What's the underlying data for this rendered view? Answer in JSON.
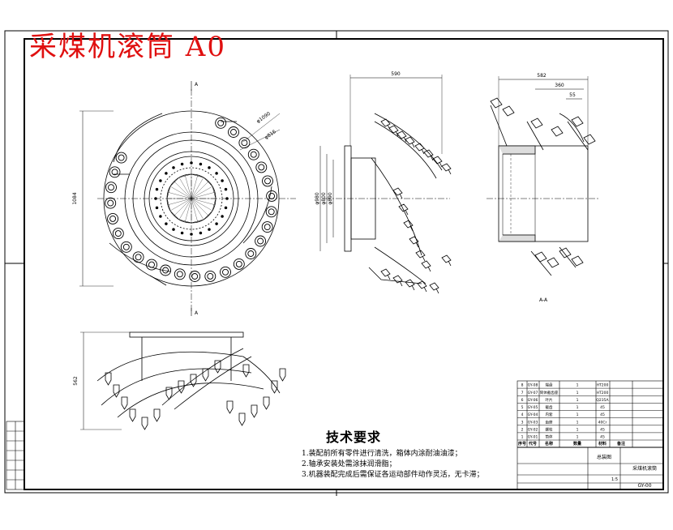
{
  "drawing": {
    "title_stamp": "采煤机滚筒 A0",
    "section_label": "A-A",
    "dimensions": {
      "front_top": "φ1090",
      "front_mid": "φ816",
      "front_height": "1084",
      "side_width": "590",
      "side_d1": "φ980",
      "side_d2": "φ800",
      "side_d3": "φ890",
      "sect_width": "582",
      "sect_inner": "360",
      "sect_small": "55",
      "bottom_height": "562"
    }
  },
  "tech_requirements": {
    "heading": "技术要求",
    "items": [
      "1.装配前所有零件进行清洗，箱体内涂耐油油漆；",
      "2.轴承安装处需涂抹润滑脂；",
      "3.机器装配完成后需保证各运动部件动作灵活，无卡滞；"
    ]
  },
  "parts_table": {
    "rows": [
      {
        "no": "8",
        "code": "GY-08",
        "name": "端盘",
        "qty": "1",
        "mat": "HT200",
        "note": ""
      },
      {
        "no": "7",
        "code": "GY-07",
        "name": "筒体截齿座",
        "qty": "1",
        "mat": "HT200",
        "note": ""
      },
      {
        "no": "6",
        "code": "GY-06",
        "name": "叶片",
        "qty": "1",
        "mat": "Q235A",
        "note": ""
      },
      {
        "no": "5",
        "code": "GY-05",
        "name": "截齿",
        "qty": "1",
        "mat": "45",
        "note": ""
      },
      {
        "no": "4",
        "code": "GY-04",
        "name": "内套",
        "qty": "1",
        "mat": "45",
        "note": ""
      },
      {
        "no": "3",
        "code": "GY-03",
        "name": "齿座",
        "qty": "1",
        "mat": "40Cr",
        "note": ""
      },
      {
        "no": "2",
        "code": "GY-02",
        "name": "螺栓",
        "qty": "1",
        "mat": "45",
        "note": ""
      },
      {
        "no": "1",
        "code": "GY-01",
        "name": "筒体",
        "qty": "1",
        "mat": "45",
        "note": ""
      }
    ],
    "header": [
      "序号",
      "代号",
      "名称",
      "数量",
      "材料",
      "备注"
    ],
    "assembly_title": "总装图",
    "product_name": "采煤机滚筒",
    "drawing_no": "GY-00",
    "scale": "1:5"
  },
  "colors": {
    "line": "#000000",
    "stamp": "#e01010"
  }
}
